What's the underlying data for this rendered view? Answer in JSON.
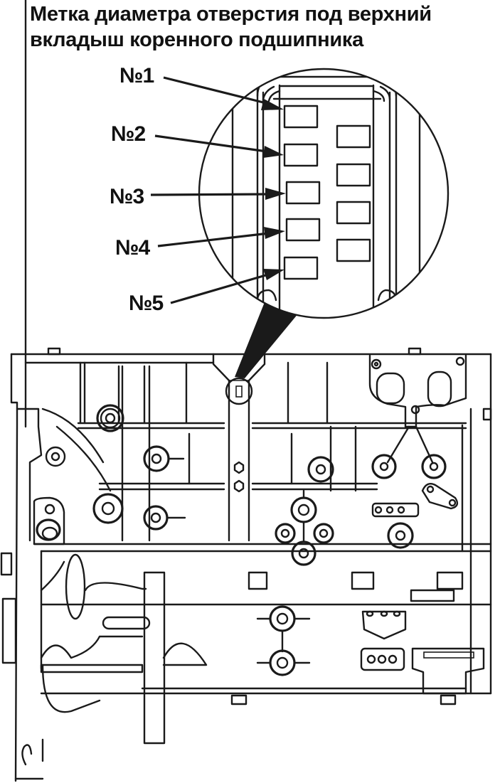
{
  "title": {
    "line1": "Метка диаметра отверстия под верхний",
    "line2": "вкладыш коренного подшипника"
  },
  "callouts": [
    {
      "id": "1",
      "label": "№1"
    },
    {
      "id": "2",
      "label": "№2"
    },
    {
      "id": "3",
      "label": "№3"
    },
    {
      "id": "4",
      "label": "№4"
    },
    {
      "id": "5",
      "label": "№5"
    }
  ],
  "diagram": {
    "subject": "engine cylinder block (side view)",
    "magnifier": "circular detail view of main bearing bore diameter marks",
    "left_column_marks": 5,
    "right_column_marks": 4,
    "line_color": "#1a1a1a",
    "background_color": "#ffffff"
  }
}
